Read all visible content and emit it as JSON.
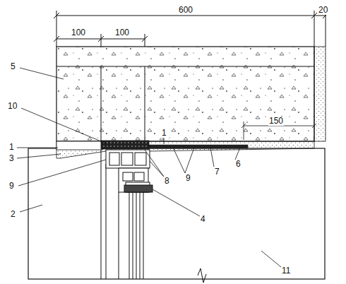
{
  "diagram": {
    "labels": [
      "600",
      "20",
      "100",
      "100",
      "150",
      "5",
      "10",
      "1",
      "3",
      "9",
      "2",
      "8",
      "9",
      "7",
      "6",
      "4",
      "11",
      "1"
    ]
  }
}
